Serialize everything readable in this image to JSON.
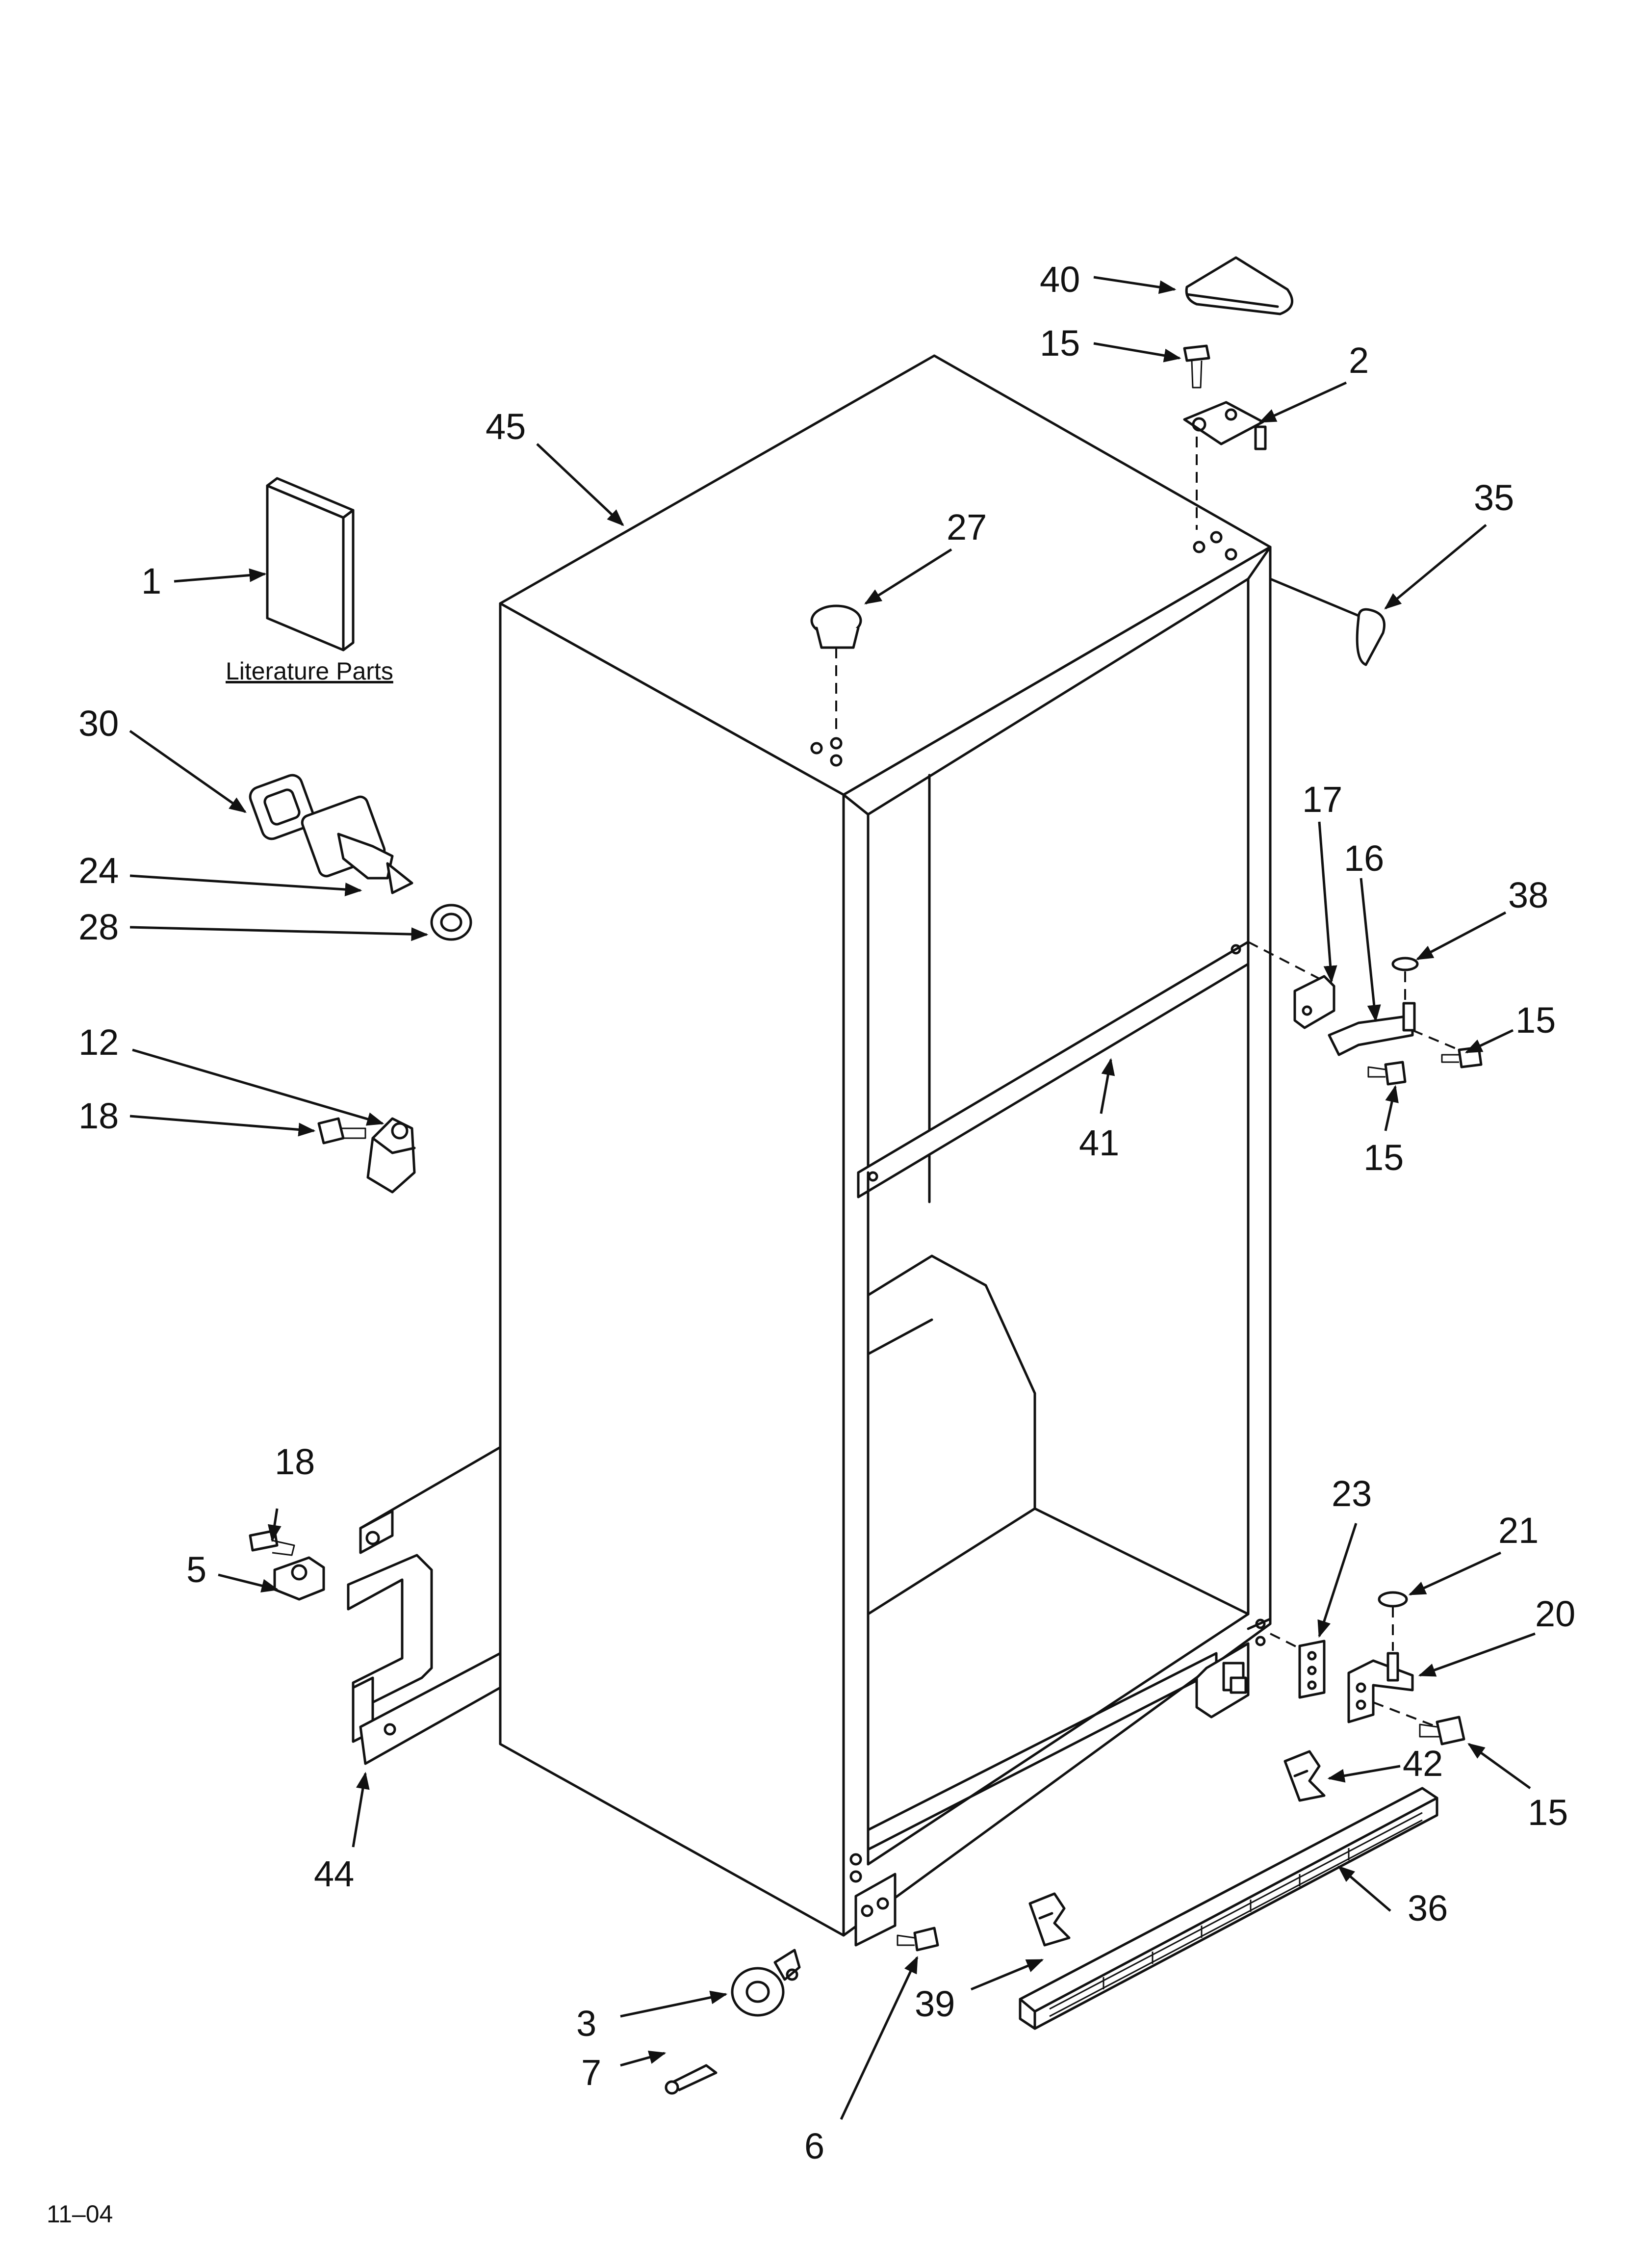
{
  "diagram": {
    "literature_label": "Literature Parts",
    "footer_code": "11–04",
    "callouts": [
      "1",
      "2",
      "3",
      "5",
      "6",
      "7",
      "12",
      "15",
      "16",
      "17",
      "18",
      "20",
      "21",
      "23",
      "24",
      "27",
      "28",
      "30",
      "35",
      "36",
      "38",
      "39",
      "40",
      "41",
      "42",
      "44",
      "45"
    ],
    "labels": {
      "c1": "1",
      "c2": "2",
      "c3": "3",
      "c5": "5",
      "c6": "6",
      "c7": "7",
      "c12": "12",
      "c15": "15",
      "c16": "16",
      "c17": "17",
      "c18": "18",
      "c20": "20",
      "c21": "21",
      "c23": "23",
      "c24": "24",
      "c27": "27",
      "c28": "28",
      "c30": "30",
      "c35": "35",
      "c36": "36",
      "c38": "38",
      "c39": "39",
      "c40": "40",
      "c41": "41",
      "c42": "42",
      "c44": "44",
      "c45": "45"
    }
  }
}
